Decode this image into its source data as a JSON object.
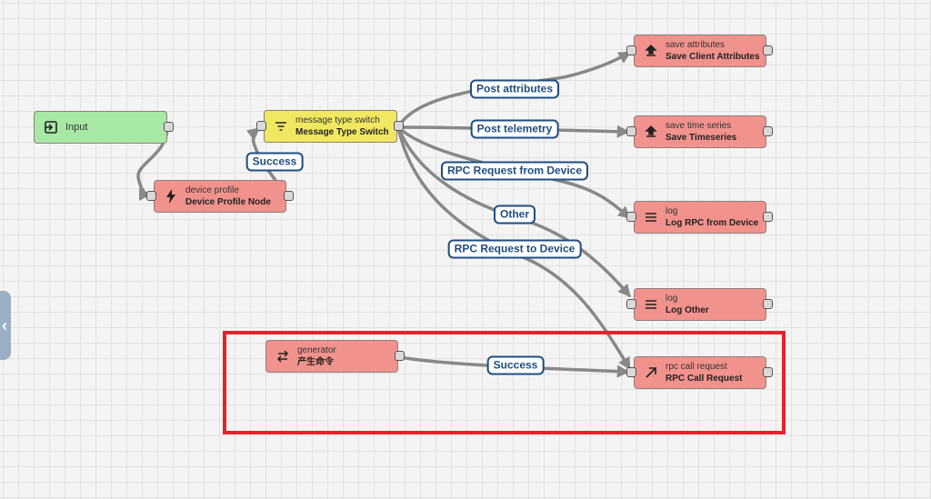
{
  "colors": {
    "input_node": "#a7e9a4",
    "switch_node": "#f1e862",
    "action_node": "#f2928c",
    "edge": "#888888",
    "label_border": "#1f4d80",
    "highlight": "#e0242b"
  },
  "nodes": {
    "input": {
      "label": "Input",
      "icon": "input-icon"
    },
    "device_profile": {
      "type": "device profile",
      "name": "Device Profile Node",
      "icon": "bolt-icon"
    },
    "message_type_switch": {
      "type": "message type switch",
      "name": "Message Type Switch",
      "icon": "filter-icon"
    },
    "save_attributes": {
      "type": "save attributes",
      "name": "Save Client Attributes",
      "icon": "upload-icon"
    },
    "save_timeseries": {
      "type": "save time series",
      "name": "Save Timeseries",
      "icon": "upload-icon"
    },
    "log_rpc": {
      "type": "log",
      "name": "Log RPC from Device",
      "icon": "menu-icon"
    },
    "log_other": {
      "type": "log",
      "name": "Log Other",
      "icon": "menu-icon"
    },
    "generator": {
      "type": "generator",
      "name": "产生命令",
      "icon": "swap-icon"
    },
    "rpc_call_request": {
      "type": "rpc call request",
      "name": "RPC Call Request",
      "icon": "arrow-up-right-icon"
    }
  },
  "edge_labels": {
    "success_profile": "Success",
    "post_attributes": "Post attributes",
    "post_telemetry": "Post telemetry",
    "rpc_from_device": "RPC Request from Device",
    "other": "Other",
    "rpc_to_device": "RPC Request to Device",
    "success_generator": "Success"
  },
  "sidebar_toggle": {
    "glyph": "‹"
  }
}
